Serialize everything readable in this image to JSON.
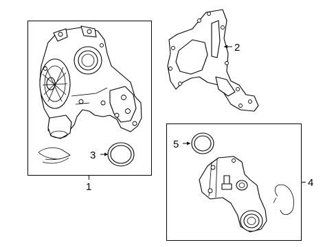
{
  "callouts": {
    "c1": "1",
    "c2": "2",
    "c3": "3",
    "c4": "4",
    "c5": "5"
  },
  "parts": [
    {
      "ref": "1",
      "icon": "water-pump-assembly-icon"
    },
    {
      "ref": "2",
      "icon": "pump-gasket-icon"
    },
    {
      "ref": "3",
      "icon": "o-ring-seal-icon"
    },
    {
      "ref": "4",
      "icon": "thermostat-housing-icon"
    },
    {
      "ref": "5",
      "icon": "thermostat-o-ring-icon"
    }
  ]
}
